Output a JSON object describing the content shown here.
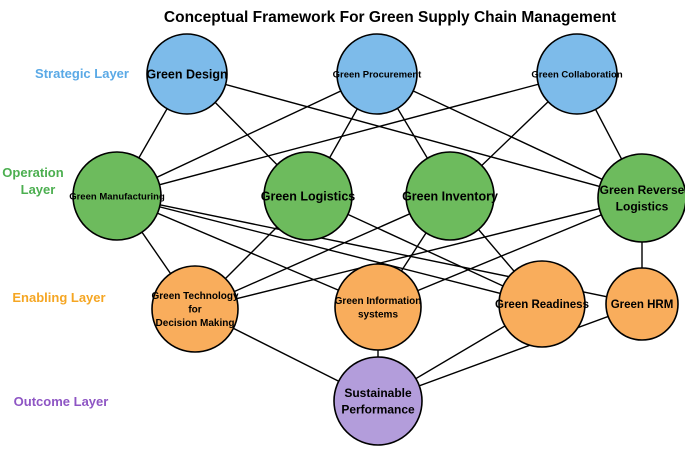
{
  "title": "Conceptual Framework For Green Supply Chain Management",
  "layers": {
    "strategic": {
      "label": "Strategic Layer",
      "color": "#5aa9e6"
    },
    "operation": {
      "label_line1": "Operation",
      "label_line2": "Layer",
      "color": "#4caf50"
    },
    "enabling": {
      "label": "Enabling Layer",
      "color": "#f5a623"
    },
    "outcome": {
      "label": "Outcome Layer",
      "color": "#8e55c4"
    }
  },
  "node_colors": {
    "strategic": "#7dbbea",
    "operation": "#6dbb5d",
    "enabling": "#f9ad5c",
    "outcome": "#b39ddb"
  },
  "nodes": {
    "green_design": {
      "lines": [
        "Green Design"
      ],
      "layer": "strategic"
    },
    "green_procurement": {
      "lines": [
        "Green Procurement"
      ],
      "layer": "strategic"
    },
    "green_collaboration": {
      "lines": [
        "Green Collaboration"
      ],
      "layer": "strategic"
    },
    "green_manufacturing": {
      "lines": [
        "Green Manufacturing"
      ],
      "layer": "operation"
    },
    "green_logistics": {
      "lines": [
        "Green Logistics"
      ],
      "layer": "operation"
    },
    "green_inventory": {
      "lines": [
        "Green Inventory"
      ],
      "layer": "operation"
    },
    "green_reverse_logistics": {
      "lines": [
        "Green Reverse",
        "Logistics"
      ],
      "layer": "operation"
    },
    "green_technology": {
      "lines": [
        "Green Technology",
        "for",
        "Decision Making"
      ],
      "layer": "enabling"
    },
    "green_information_systems": {
      "lines": [
        "Green Information",
        "systems"
      ],
      "layer": "enabling"
    },
    "green_readiness": {
      "lines": [
        "Green Readiness"
      ],
      "layer": "enabling"
    },
    "green_hrm": {
      "lines": [
        "Green HRM"
      ],
      "layer": "enabling"
    },
    "sustainable_performance": {
      "lines": [
        "Sustainable",
        "Performance"
      ],
      "layer": "outcome"
    }
  },
  "edges": [
    [
      "green_design",
      "green_manufacturing"
    ],
    [
      "green_design",
      "green_logistics"
    ],
    [
      "green_design",
      "green_reverse_logistics"
    ],
    [
      "green_procurement",
      "green_manufacturing"
    ],
    [
      "green_procurement",
      "green_logistics"
    ],
    [
      "green_procurement",
      "green_inventory"
    ],
    [
      "green_procurement",
      "green_reverse_logistics"
    ],
    [
      "green_collaboration",
      "green_manufacturing"
    ],
    [
      "green_collaboration",
      "green_inventory"
    ],
    [
      "green_collaboration",
      "green_reverse_logistics"
    ],
    [
      "green_manufacturing",
      "green_technology"
    ],
    [
      "green_manufacturing",
      "green_information_systems"
    ],
    [
      "green_manufacturing",
      "green_readiness"
    ],
    [
      "green_manufacturing",
      "green_hrm"
    ],
    [
      "green_logistics",
      "green_technology"
    ],
    [
      "green_logistics",
      "green_readiness"
    ],
    [
      "green_inventory",
      "green_technology"
    ],
    [
      "green_inventory",
      "green_information_systems"
    ],
    [
      "green_inventory",
      "green_readiness"
    ],
    [
      "green_reverse_logistics",
      "green_technology"
    ],
    [
      "green_reverse_logistics",
      "green_information_systems"
    ],
    [
      "green_reverse_logistics",
      "green_hrm"
    ],
    [
      "green_technology",
      "sustainable_performance"
    ],
    [
      "green_information_systems",
      "sustainable_performance"
    ],
    [
      "green_readiness",
      "sustainable_performance"
    ],
    [
      "green_hrm",
      "sustainable_performance"
    ]
  ]
}
